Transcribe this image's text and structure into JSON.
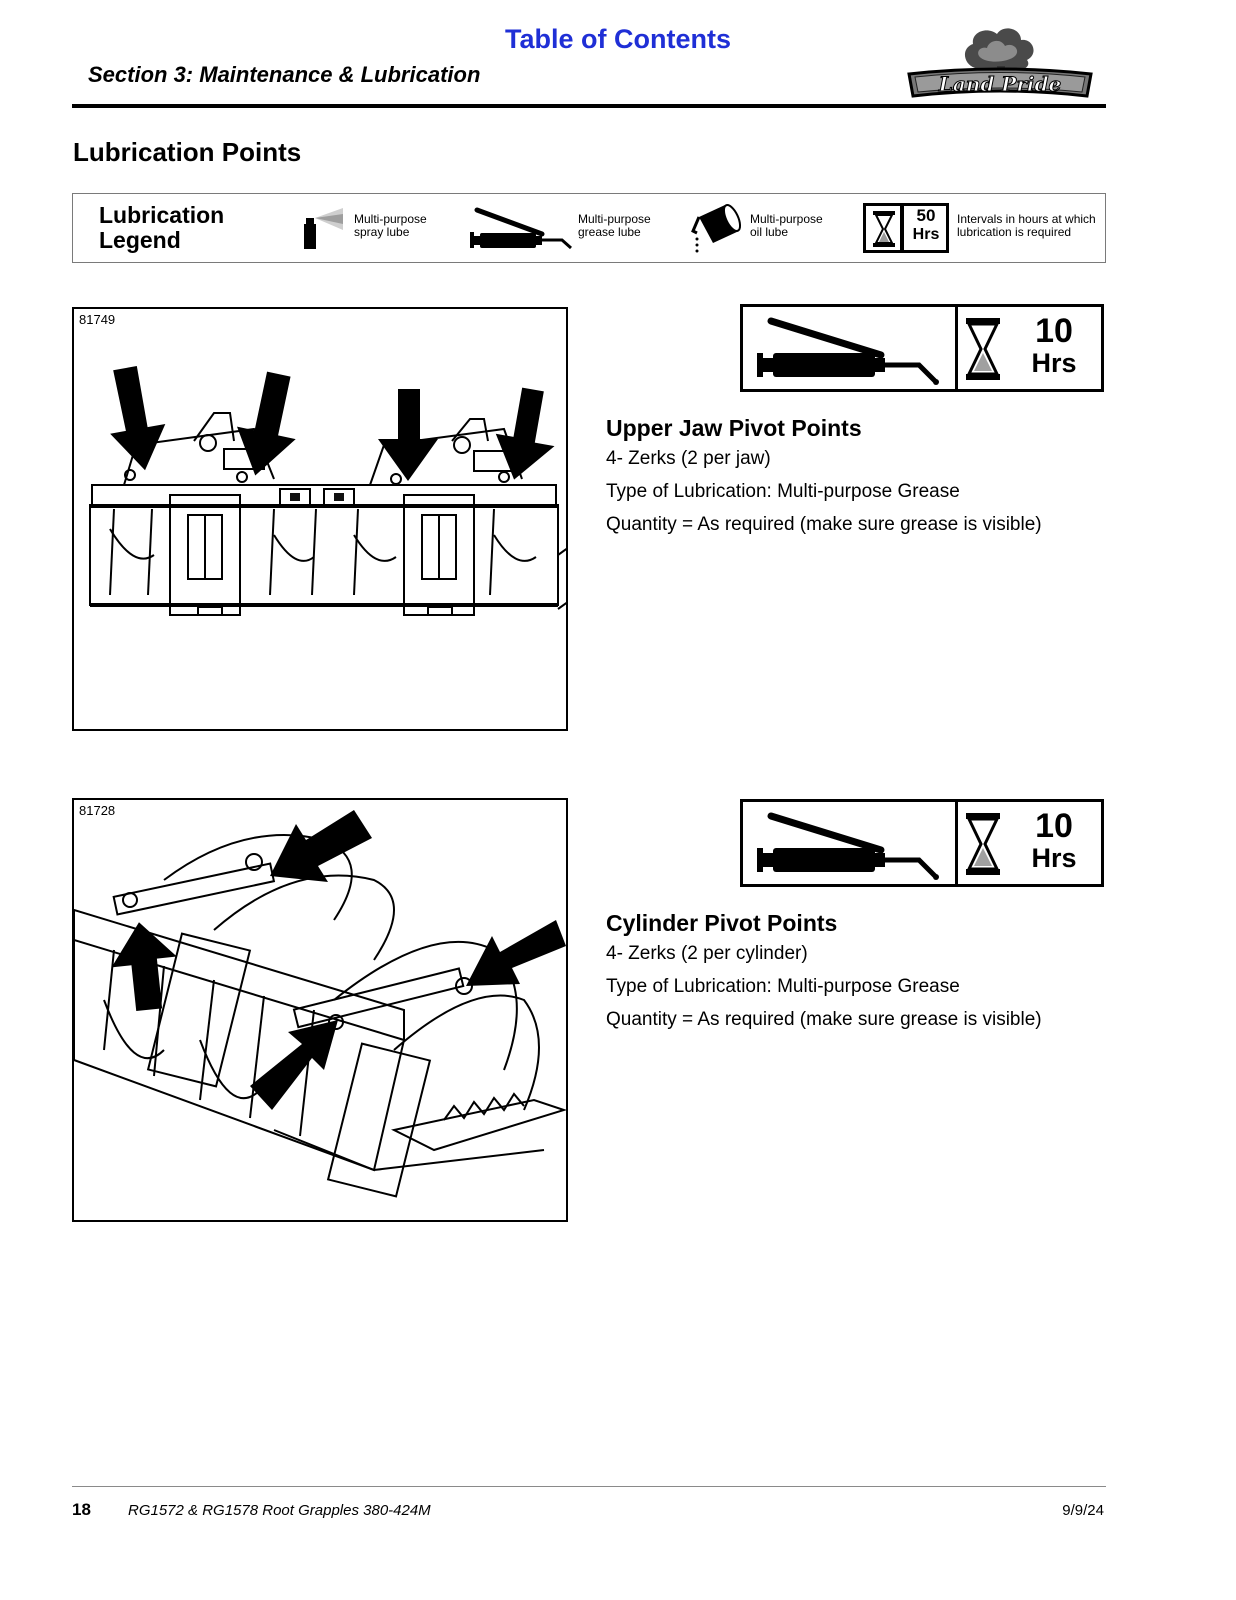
{
  "header": {
    "toc_link": "Table of Contents",
    "section_title": "Section 3: Maintenance & Lubrication",
    "logo_text": "Land Pride"
  },
  "page_heading": "Lubrication Points",
  "legend": {
    "title": "Lubrication Legend",
    "title_line1": "Lubrication",
    "title_line2": "Legend",
    "items": [
      {
        "icon": "spray-can-icon",
        "line1": "Multi-purpose",
        "line2": "spray lube"
      },
      {
        "icon": "grease-gun-icon",
        "line1": "Multi-purpose",
        "line2": "grease lube"
      },
      {
        "icon": "oil-can-icon",
        "line1": "Multi-purpose",
        "line2": "oil lube"
      },
      {
        "icon": "hourglass-icon",
        "hours": "50",
        "unit": "Hrs",
        "line1": "Intervals in hours at which",
        "line2": "lubrication is required"
      }
    ]
  },
  "points": [
    {
      "figure_number": "81749",
      "interval_hours": "10",
      "interval_unit": "Hrs",
      "title": "Upper Jaw Pivot Points",
      "zerks": "4- Zerks (2 per jaw)",
      "type": "Type of Lubrication: Multi-purpose Grease",
      "quantity": "Quantity = As required (make sure grease is visible)"
    },
    {
      "figure_number": "81728",
      "interval_hours": "10",
      "interval_unit": "Hrs",
      "title": "Cylinder Pivot Points",
      "zerks": "4- Zerks (2 per cylinder)",
      "type": "Type of Lubrication: Multi-purpose Grease",
      "quantity": "Quantity = As required (make sure grease is visible)"
    }
  ],
  "footer": {
    "page_number": "18",
    "document": "RG1572 & RG1578 Root Grapples 380-424M",
    "date": "9/9/24"
  },
  "colors": {
    "link": "#1f2fd6",
    "rule": "#000000"
  }
}
